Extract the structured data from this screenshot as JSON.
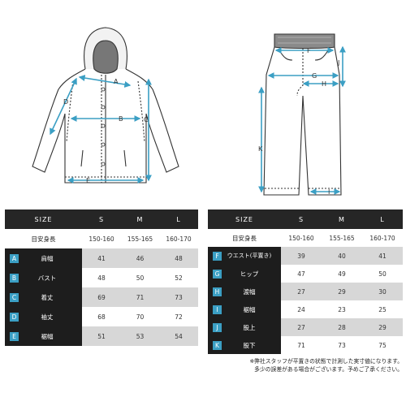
{
  "colors": {
    "accent": "#3b9fc4",
    "header_bg": "#262626",
    "label_bg": "#1d1d1d",
    "row_shade": "#d7d7d7"
  },
  "jacket_diagram": {
    "markers": [
      "A",
      "B",
      "C",
      "D",
      "E"
    ]
  },
  "pants_diagram": {
    "markers": [
      "F",
      "G",
      "H",
      "I",
      "J",
      "K"
    ]
  },
  "jacket_table": {
    "header": [
      "SIZE",
      "S",
      "M",
      "L"
    ],
    "height_row": {
      "label": "目安身長",
      "values": [
        "150-160",
        "155-165",
        "160-170"
      ]
    },
    "rows": [
      {
        "letter": "A",
        "label": "肩幅",
        "values": [
          "41",
          "46",
          "48"
        ]
      },
      {
        "letter": "B",
        "label": "バスト",
        "values": [
          "48",
          "50",
          "52"
        ]
      },
      {
        "letter": "C",
        "label": "着丈",
        "values": [
          "69",
          "71",
          "73"
        ]
      },
      {
        "letter": "D",
        "label": "袖丈",
        "values": [
          "68",
          "70",
          "72"
        ]
      },
      {
        "letter": "E",
        "label": "裾幅",
        "values": [
          "51",
          "53",
          "54"
        ]
      }
    ]
  },
  "pants_table": {
    "header": [
      "SIZE",
      "S",
      "M",
      "L"
    ],
    "height_row": {
      "label": "目安身長",
      "values": [
        "150-160",
        "155-165",
        "160-170"
      ]
    },
    "rows": [
      {
        "letter": "F",
        "label": "ウエスト(平置き)",
        "values": [
          "39",
          "40",
          "41"
        ]
      },
      {
        "letter": "G",
        "label": "ヒップ",
        "values": [
          "47",
          "49",
          "50"
        ]
      },
      {
        "letter": "H",
        "label": "渡幅",
        "values": [
          "27",
          "29",
          "30"
        ]
      },
      {
        "letter": "I",
        "label": "裾幅",
        "values": [
          "24",
          "23",
          "25"
        ]
      },
      {
        "letter": "J",
        "label": "股上",
        "values": [
          "27",
          "28",
          "29"
        ]
      },
      {
        "letter": "K",
        "label": "股下",
        "values": [
          "71",
          "73",
          "75"
        ]
      }
    ]
  },
  "note": {
    "line1": "※弊社スタッフが平置きの状態で計測した実寸値になります。",
    "line2": "多少の誤差がある場合がございます。予めご了承ください。"
  }
}
